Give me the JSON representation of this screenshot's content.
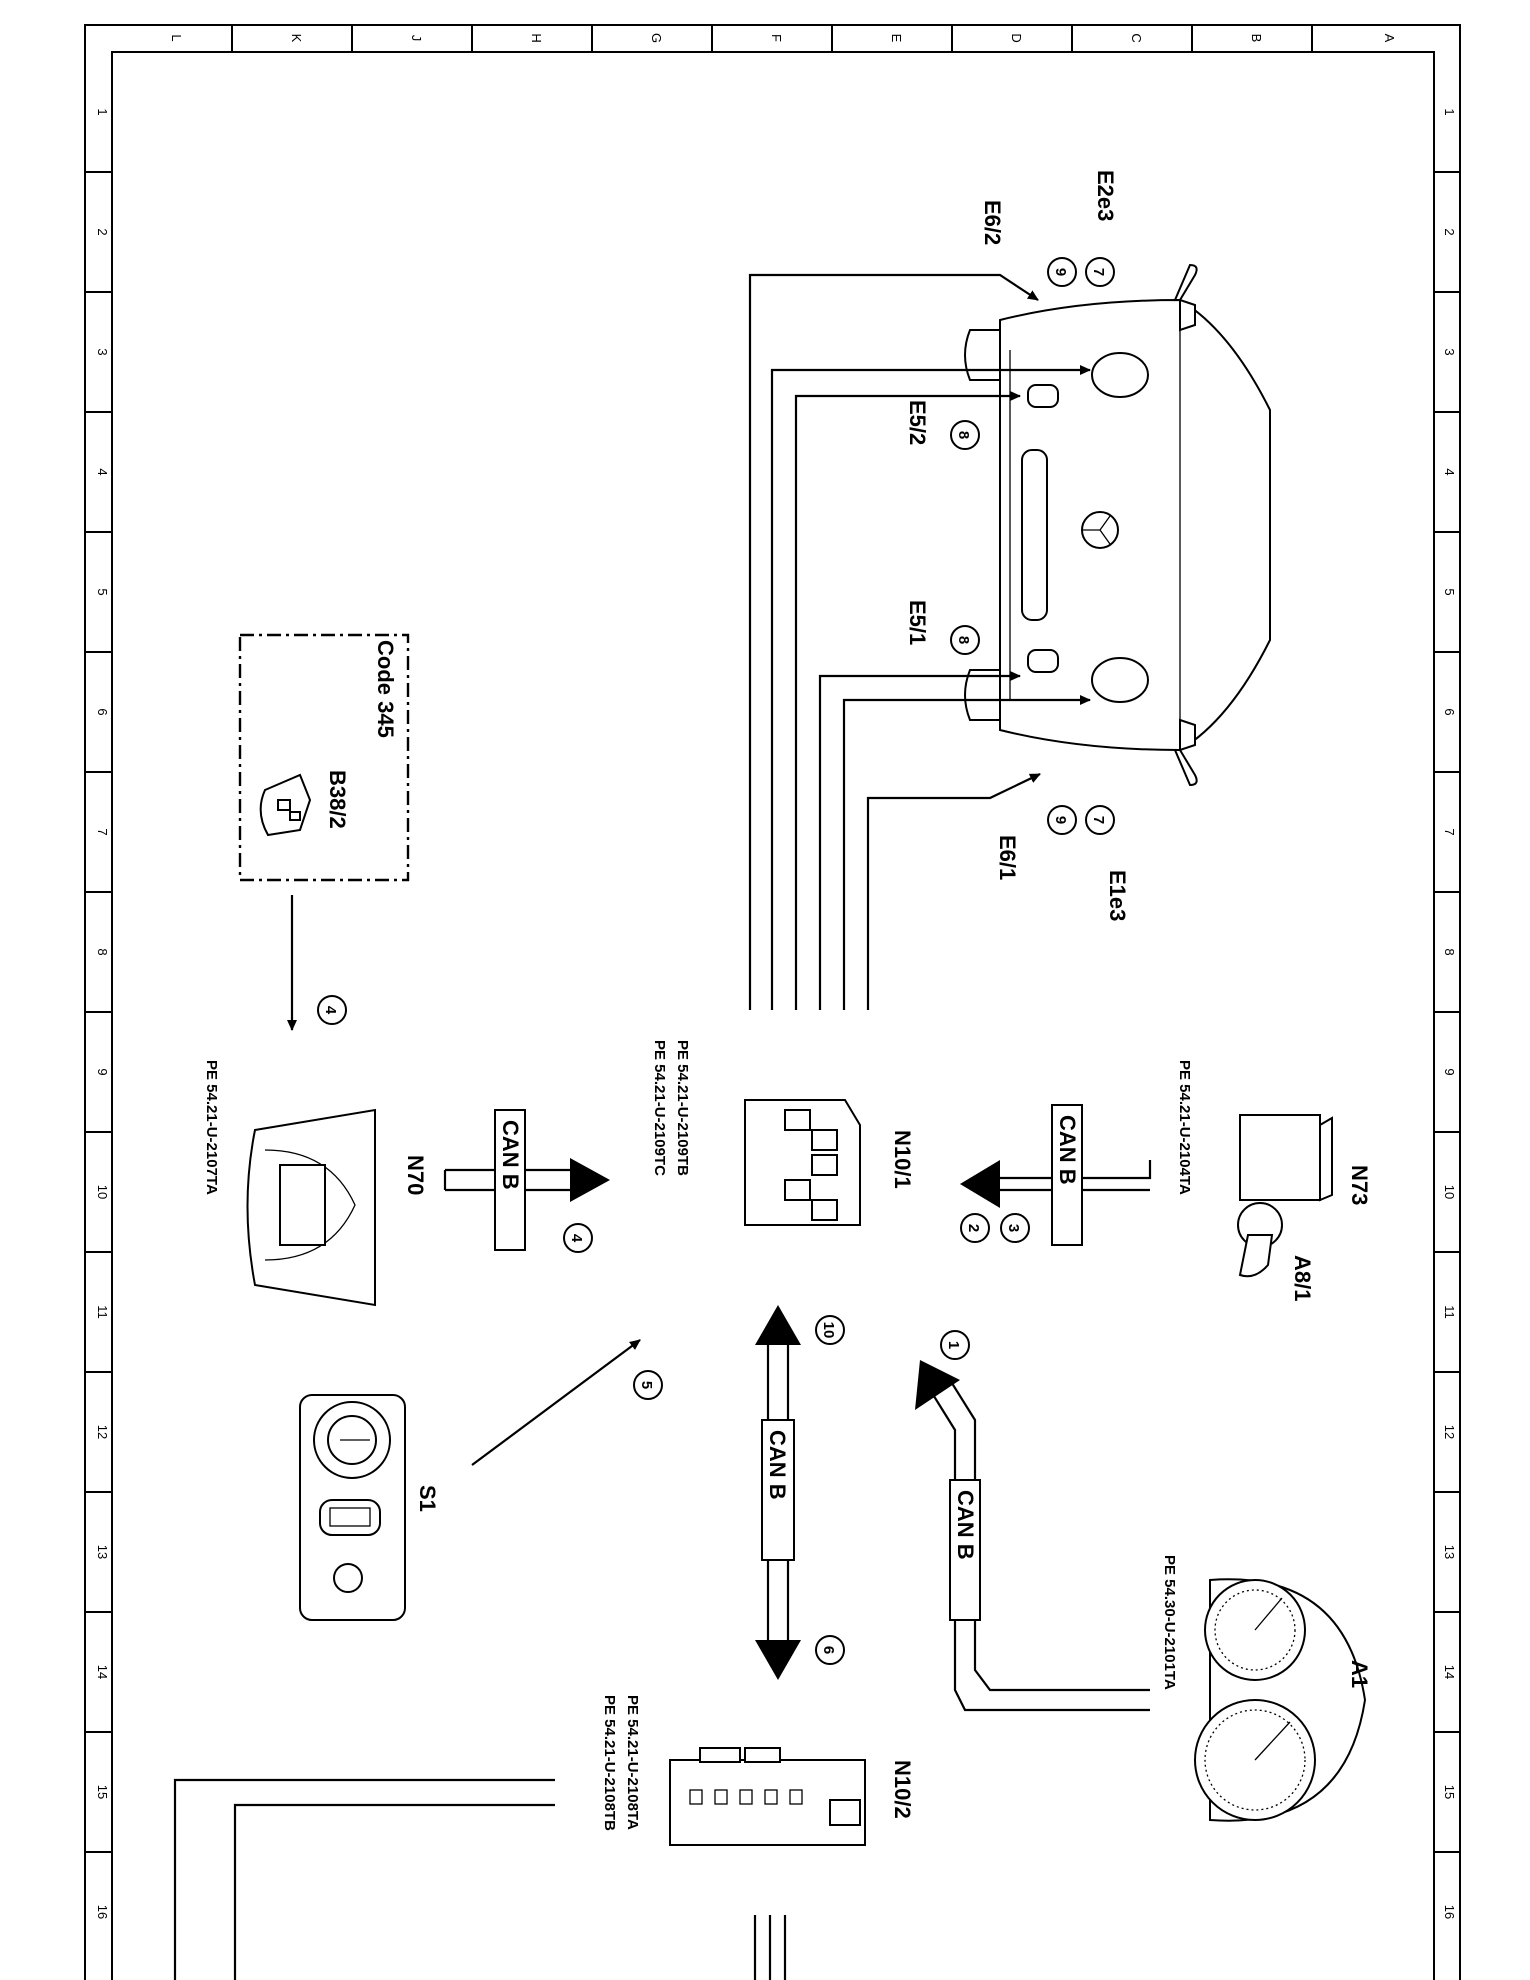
{
  "grid": {
    "letters": [
      "L",
      "K",
      "J",
      "H",
      "G",
      "F",
      "E",
      "D",
      "C",
      "B",
      "A"
    ],
    "numbers": [
      "1",
      "2",
      "3",
      "4",
      "5",
      "6",
      "7",
      "8",
      "9",
      "10",
      "11",
      "12",
      "13",
      "14",
      "15",
      "16"
    ]
  },
  "components": {
    "car": {
      "labels": [
        "E2e3",
        "E6/2",
        "E5/2",
        "E5/1",
        "E6/1",
        "E1e3"
      ]
    },
    "code_box": {
      "code": "Code 345",
      "label": "B38/2"
    },
    "n73": {
      "label": "N73",
      "sub": "A8/1",
      "ref": "PE 54.21-U-2104TA"
    },
    "n10_1": {
      "label": "N10/1",
      "refs": [
        "PE 54.21-U-2109TB",
        "PE 54.21-U-2109TC"
      ]
    },
    "n70": {
      "label": "N70",
      "ref": "PE 54.21-U-2107TA"
    },
    "s1": {
      "label": "S1"
    },
    "a1": {
      "label": "A1",
      "ref": "PE 54.30-U-2101TA"
    },
    "n10_2": {
      "label": "N10/2",
      "refs": [
        "PE 54.21-U-2108TA",
        "PE 54.21-U-2108TB"
      ]
    }
  },
  "bus": {
    "name": "CAN B"
  },
  "callouts": {
    "c1": "1",
    "c2": "2",
    "c3": "3",
    "c4a": "4",
    "c4b": "4",
    "c5": "5",
    "c6": "6",
    "c7a": "7",
    "c7b": "7",
    "c8a": "8",
    "c8b": "8",
    "c9a": "9",
    "c9b": "9",
    "c10": "10"
  }
}
